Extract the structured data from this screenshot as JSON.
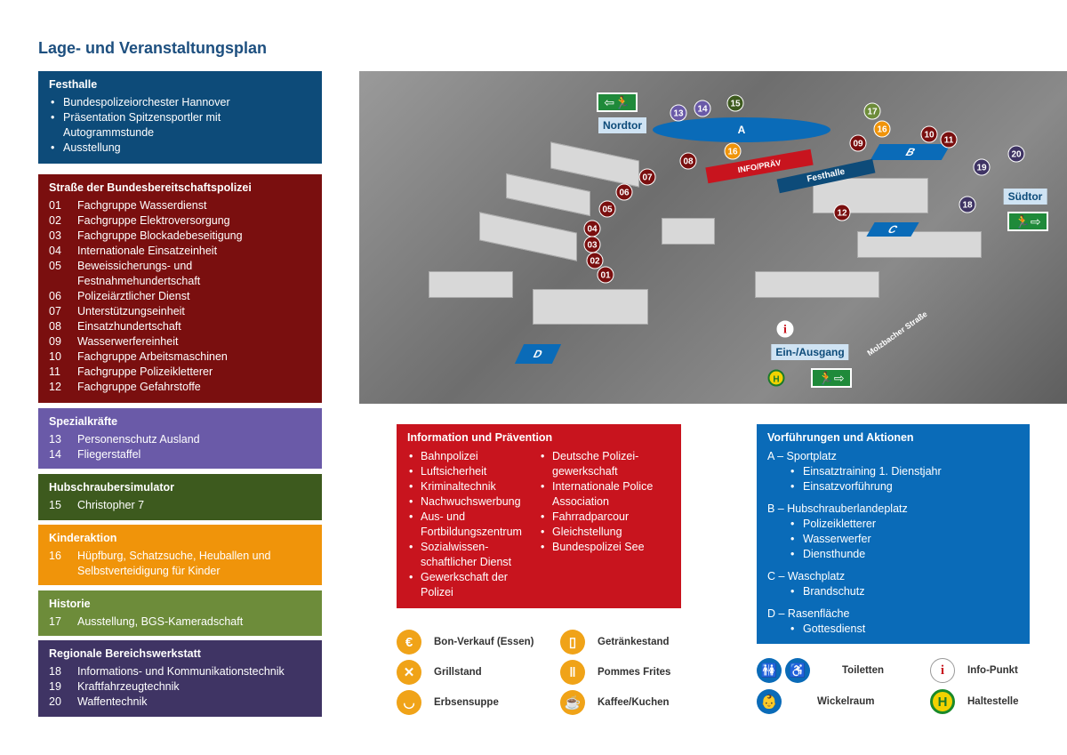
{
  "title": "Lage- und Veranstaltungsplan",
  "festhalle": {
    "title": "Festhalle",
    "items": [
      "Bundespolizeiorchester Hannover",
      "Präsentation Spitzensportler mit Autogrammstunde",
      "Ausstellung"
    ]
  },
  "strasse": {
    "title": "Straße der Bundesbereitschaftspolizei",
    "items": [
      [
        "01",
        "Fachgruppe Wasserdienst"
      ],
      [
        "02",
        "Fachgruppe Elektroversorgung"
      ],
      [
        "03",
        "Fachgruppe Blockadebeseitigung"
      ],
      [
        "04",
        "Internationale Einsatzeinheit"
      ],
      [
        "05",
        "Beweissicherungs- und Festnahmehundertschaft"
      ],
      [
        "06",
        "Polizeiärztlicher Dienst"
      ],
      [
        "07",
        "Unterstützungseinheit"
      ],
      [
        "08",
        "Einsatzhundertschaft"
      ],
      [
        "09",
        "Wasserwerfereinheit"
      ],
      [
        "10",
        "Fachgruppe Arbeitsmaschinen"
      ],
      [
        "11",
        "Fachgruppe Polizeikletterer"
      ],
      [
        "12",
        "Fachgruppe Gefahrstoffe"
      ]
    ]
  },
  "spezial": {
    "title": "Spezialkräfte",
    "items": [
      [
        "13",
        "Personenschutz Ausland"
      ],
      [
        "14",
        "Fliegerstaffel"
      ]
    ]
  },
  "hubschrauber": {
    "title": "Hubschraubersimulator",
    "items": [
      [
        "15",
        "Christopher 7"
      ]
    ]
  },
  "kinder": {
    "title": "Kinderaktion",
    "items": [
      [
        "16",
        "Hüpfburg, Schatzsuche, Heuballen und Selbstverteidigung für Kinder"
      ]
    ]
  },
  "historie": {
    "title": "Historie",
    "items": [
      [
        "17",
        "Ausstellung, BGS-Kameradschaft"
      ]
    ]
  },
  "regional": {
    "title": "Regionale Bereichswerkstatt",
    "items": [
      [
        "18",
        "Informations- und Kommunikationstechnik"
      ],
      [
        "19",
        "Kraftfahrzeugtechnik"
      ],
      [
        "20",
        "Waffentechnik"
      ]
    ]
  },
  "map": {
    "labels": {
      "nordtor": "Nordtor",
      "suedtor": "Südtor",
      "eingang": "Ein-/Ausgang",
      "festhalle": "Festhalle",
      "info": "INFO/PRÄV",
      "strasse": "Molzbacher Straße",
      "a": "A",
      "b": "B",
      "c": "C",
      "d": "D",
      "h": "H",
      "i": "i"
    }
  },
  "info": {
    "title": "Information und Prävention",
    "col1": [
      "Bahnpolizei",
      "Luftsicherheit",
      "Kriminaltechnik",
      "Nachwuchswerbung",
      "Aus- und Fortbildungszentrum",
      "Sozialwissen-schaftlicher Dienst",
      "Gewerkschaft der Polizei"
    ],
    "col2": [
      "Deutsche Polizei-gewerkschaft",
      "Internationale Police Association",
      "Fahrradparcour",
      "Gleichstellung",
      "Bundespolizei See"
    ]
  },
  "aktionen": {
    "title": "Vorführungen und Aktionen",
    "groups": [
      {
        "head": "A – Sportplatz",
        "items": [
          "Einsatztraining 1. Dienstjahr",
          "Einsatzvorführung"
        ]
      },
      {
        "head": "B – Hubschrauberlandeplatz",
        "items": [
          "Polizeikletterer",
          "Wasserwerfer",
          "Diensthunde"
        ]
      },
      {
        "head": "C – Waschplatz",
        "items": [
          "Brandschutz"
        ]
      },
      {
        "head": "D – Rasenfläche",
        "items": [
          "Gottesdienst"
        ]
      }
    ]
  },
  "legend": {
    "bon": "Bon-Verkauf (Essen)",
    "getraenke": "Getränkestand",
    "grill": "Grillstand",
    "pommes": "Pommes Frites",
    "erbsen": "Erbsensuppe",
    "kaffee": "Kaffee/Kuchen",
    "toiletten": "Toiletten",
    "infopunkt": "Info-Punkt",
    "wickel": "Wickelraum",
    "halte": "Haltestelle"
  },
  "colors": {
    "festhalle": "#0d4b79",
    "strasse": "#7a0f0f",
    "spezial": "#6a5aa8",
    "hubschrauber": "#3d5a1e",
    "kinder": "#f0940a",
    "historie": "#6d8c3a",
    "regional": "#3f3464",
    "info": "#c8141e",
    "aktionen": "#0a6bb8"
  }
}
